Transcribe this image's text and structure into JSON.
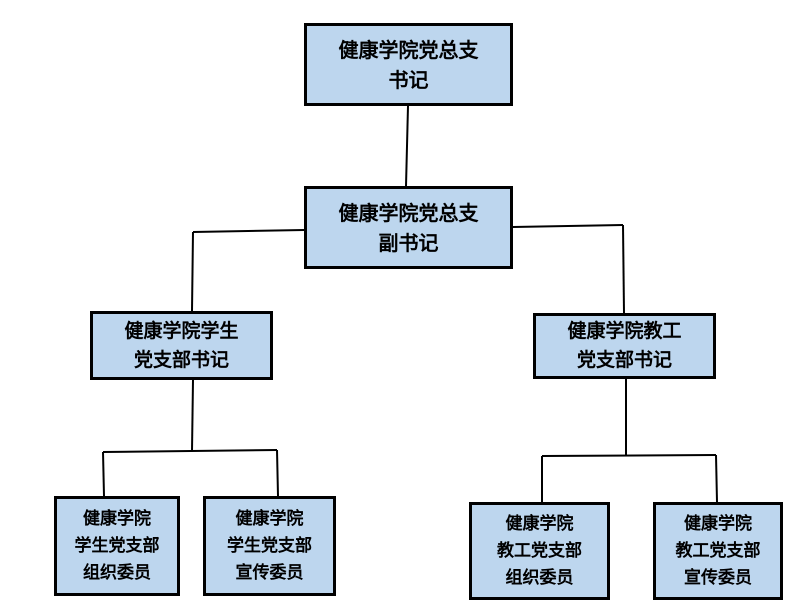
{
  "colors": {
    "box_fill": "#bdd6ee",
    "box_border": "#000000",
    "connector": "#000000"
  },
  "nodes": {
    "secretary": {
      "lines": [
        "健康学院党总支",
        "书记"
      ]
    },
    "deputy": {
      "lines": [
        "健康学院党总支",
        "副书记"
      ]
    },
    "student_branch": {
      "lines": [
        "健康学院学生",
        "党支部书记"
      ]
    },
    "faculty_branch": {
      "lines": [
        "健康学院教工",
        "党支部书记"
      ]
    },
    "student_org": {
      "lines": [
        "健康学院",
        "学生党支部",
        "组织委员"
      ]
    },
    "student_publicity": {
      "lines": [
        "健康学院",
        "学生党支部",
        "宣传委员"
      ]
    },
    "faculty_org": {
      "lines": [
        "健康学院",
        "教工党支部",
        "组织委员"
      ]
    },
    "faculty_publicity": {
      "lines": [
        "健康学院",
        "教工党支部",
        "宣传委员"
      ]
    }
  }
}
